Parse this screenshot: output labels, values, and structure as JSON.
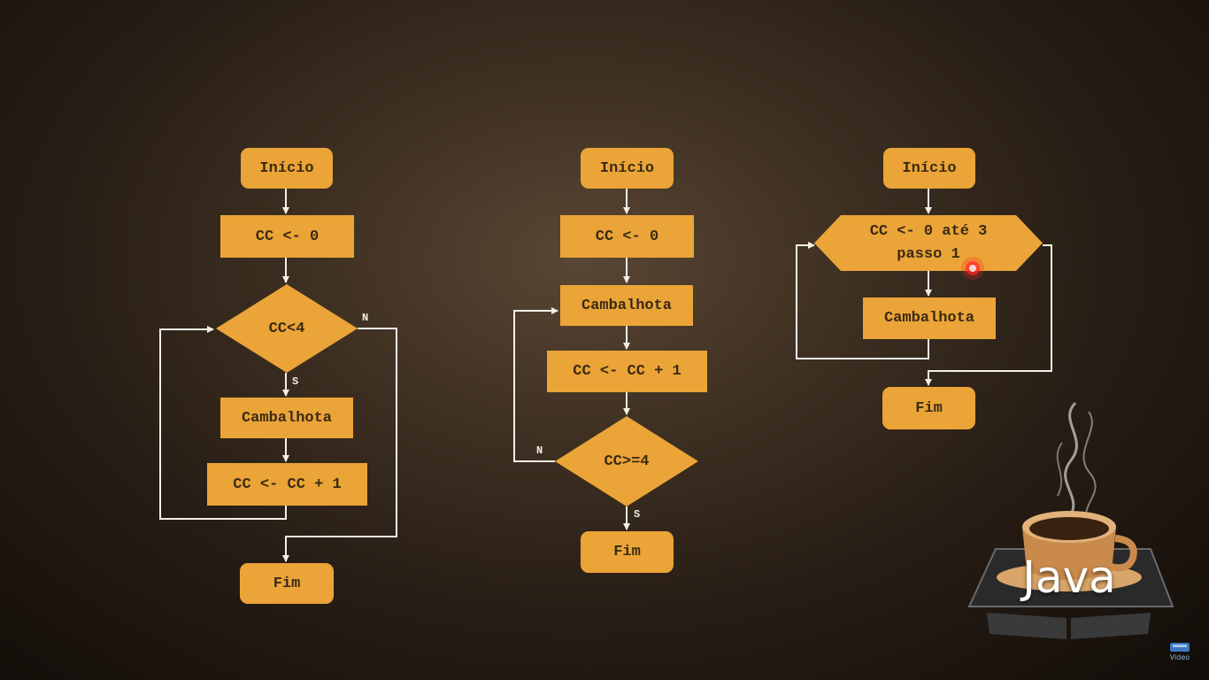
{
  "flowchart_while": {
    "start": "Início",
    "init": "CC <- 0",
    "condition": "CC<4",
    "yes_label": "S",
    "no_label": "N",
    "action": "Cambalhota",
    "increment": "CC <- CC + 1",
    "end": "Fim"
  },
  "flowchart_do_while": {
    "start": "Início",
    "init": "CC <- 0",
    "action": "Cambalhota",
    "increment": "CC <- CC + 1",
    "condition": "CC>=4",
    "no_label": "N",
    "yes_label": "S",
    "end": "Fim"
  },
  "flowchart_for": {
    "start": "Início",
    "loop_line1": "CC <- 0 até 3",
    "loop_line2": "passo 1",
    "action": "Cambalhota",
    "end": "Fim"
  },
  "logo": {
    "text": "Java",
    "icon": "coffee-cup-icon"
  },
  "corner_badge": {
    "text": "Video"
  },
  "colors": {
    "node_fill": "#eba437",
    "node_text": "#3a2a14",
    "connector": "#f4efe6",
    "pointer": "#ff2020"
  }
}
